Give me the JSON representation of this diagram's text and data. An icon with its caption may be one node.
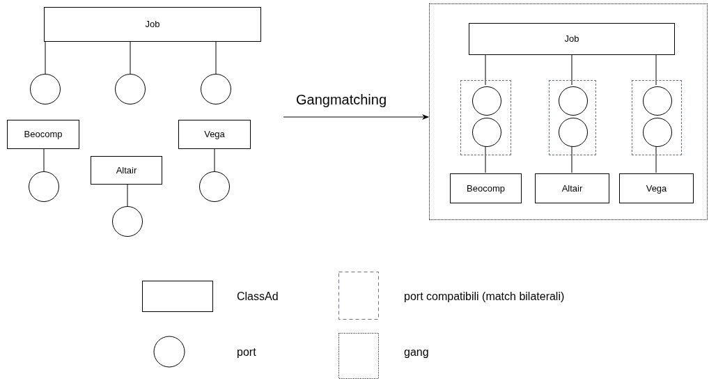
{
  "diagram": {
    "nodes": [
      {
        "text": [
          "Job"
        ]
      },
      {
        "text": [],
        "shape": "circle"
      },
      {
        "text": [],
        "shape": "circle"
      },
      {
        "text": [],
        "shape": "circle"
      },
      {
        "text": [
          "Beocomp"
        ]
      },
      {
        "text": [],
        "shape": "circle"
      },
      {
        "text": [
          "Altair"
        ]
      },
      {
        "text": [],
        "shape": "circle"
      },
      {
        "text": [
          "Vega"
        ]
      },
      {
        "text": [],
        "shape": "circle"
      },
      {
        "text": [],
        "shape": "box"
      },
      {
        "text": [
          "Job"
        ],
        "in": 10
      },
      {
        "text": [],
        "shape": "box",
        "in": 10
      },
      {
        "text": [],
        "shape": "circle",
        "in": 12
      },
      {
        "text": [],
        "shape": "circle",
        "in": 12
      },
      {
        "text": [],
        "shape": "box",
        "in": 10
      },
      {
        "text": [],
        "shape": "circle",
        "in": 15
      },
      {
        "text": [],
        "shape": "circle",
        "in": 15
      },
      {
        "text": [],
        "shape": "box",
        "in": 10
      },
      {
        "text": [],
        "shape": "circle",
        "in": 18
      },
      {
        "text": [],
        "shape": "circle",
        "in": 18
      },
      {
        "text": [
          "Beocomp"
        ],
        "in": 10
      },
      {
        "text": [
          "Altair"
        ],
        "in": 10
      },
      {
        "text": [
          "Vega"
        ],
        "in": 10
      }
    ],
    "edges": [
      {
        "from": 0,
        "to": 1,
        "arrow": "none"
      },
      {
        "from": 0,
        "to": 2,
        "arrow": "none"
      },
      {
        "from": 0,
        "to": 3,
        "arrow": "none"
      },
      {
        "from": 4,
        "to": 5,
        "arrow": "none"
      },
      {
        "from": 6,
        "to": 7,
        "arrow": "none"
      },
      {
        "from": 8,
        "to": 9,
        "arrow": "none"
      },
      {
        "from": null,
        "to": 10,
        "arrow": "to",
        "label": "Gangmatching"
      },
      {
        "from": 11,
        "to": 13,
        "arrow": "none"
      },
      {
        "from": 11,
        "to": 16,
        "arrow": "none"
      },
      {
        "from": 11,
        "to": 19,
        "arrow": "none"
      },
      {
        "from": 14,
        "to": 21,
        "arrow": "none"
      },
      {
        "from": 17,
        "to": 22,
        "arrow": "none"
      },
      {
        "from": 20,
        "to": 23,
        "arrow": "none"
      }
    ],
    "legend": [
      {
        "text": "ClassAd"
      },
      {
        "text": "port compatibili (match bilaterali)"
      },
      {
        "text": "port"
      },
      {
        "text": "gang"
      }
    ]
  }
}
